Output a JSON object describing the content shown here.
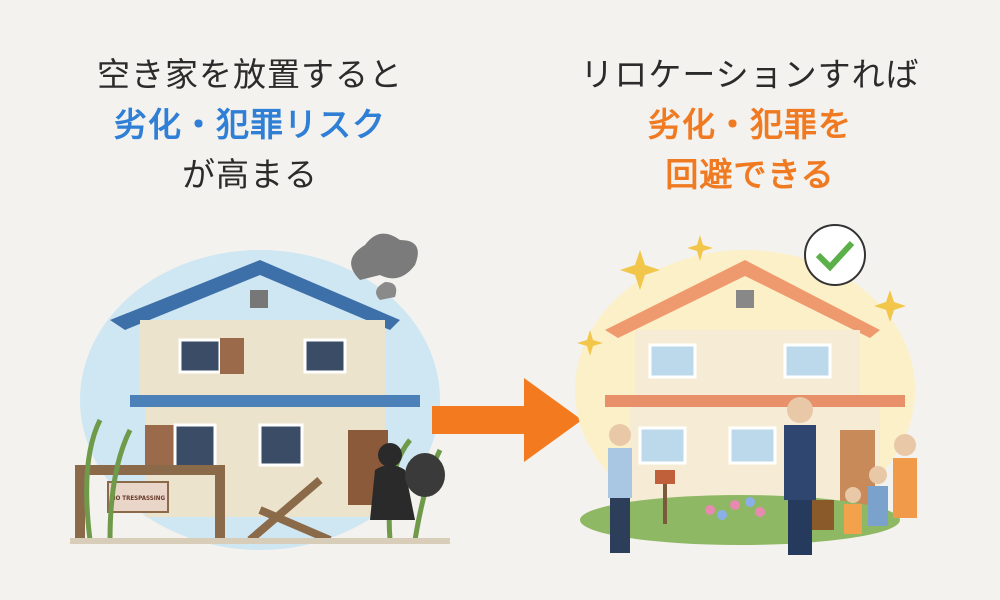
{
  "left": {
    "line1": "空き家を放置すると",
    "line2": "劣化・犯罪リスク",
    "line3": "が高まる",
    "highlight_color": "#2f7fd6",
    "sign_text": "NO TRESPASSING"
  },
  "right": {
    "line1": "リロケーションすれば",
    "line2": "劣化・犯罪を",
    "line3": "回避できる",
    "highlight_color": "#f07a22"
  },
  "arrow_color": "#f47a20",
  "icons": [
    "check-bubble-icon",
    "sparkle-icon",
    "arrow-right-icon"
  ]
}
